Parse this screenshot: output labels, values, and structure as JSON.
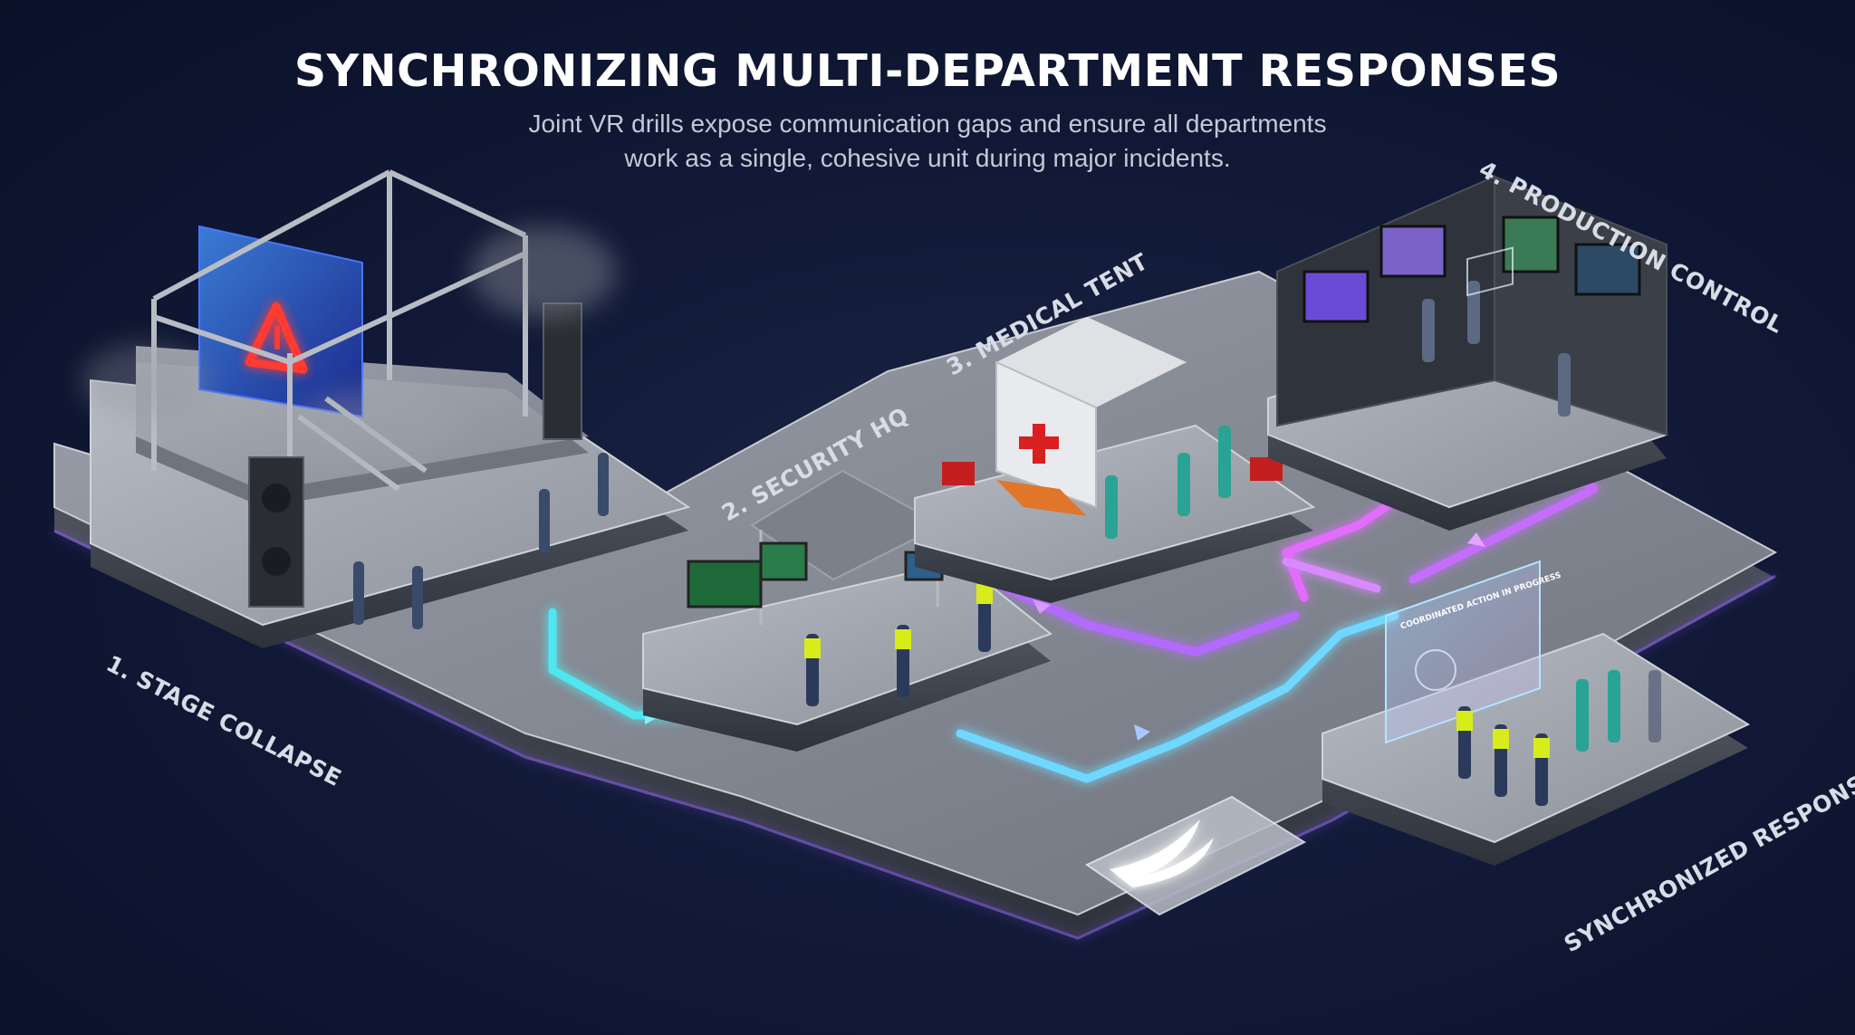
{
  "header": {
    "title": "SYNCHRONIZING MULTI-DEPARTMENT RESPONSES",
    "subtitle_line1": "Joint VR drills expose communication gaps and ensure all departments",
    "subtitle_line2": "work as a single, cohesive unit during major incidents."
  },
  "zones": {
    "stage_collapse": "1. STAGE COLLAPSE",
    "security_hq": "2. SECURITY HQ",
    "medical_tent": "3. MEDICAL TENT",
    "production_control": "4. PRODUCTION CONTROL",
    "synchronized_response": "SYNCHRONIZED RESPONSE"
  },
  "screen_text": "COORDINATED ACTION IN PROGRESS",
  "colors": {
    "background": "#0d1530",
    "platform": "#8d929c",
    "flow_cyan": "#4fe6f0",
    "flow_purple": "#c56cff",
    "flow_pink": "#ff7ae6",
    "warning_red": "#ff3b30",
    "medical_red": "#d92020",
    "vest_yellow": "#d8ec1a",
    "scrubs_teal": "#2aa394"
  },
  "icons": {
    "warning": "warning-triangle-icon",
    "medical": "red-cross-icon",
    "logo": "wing-logo-icon"
  }
}
